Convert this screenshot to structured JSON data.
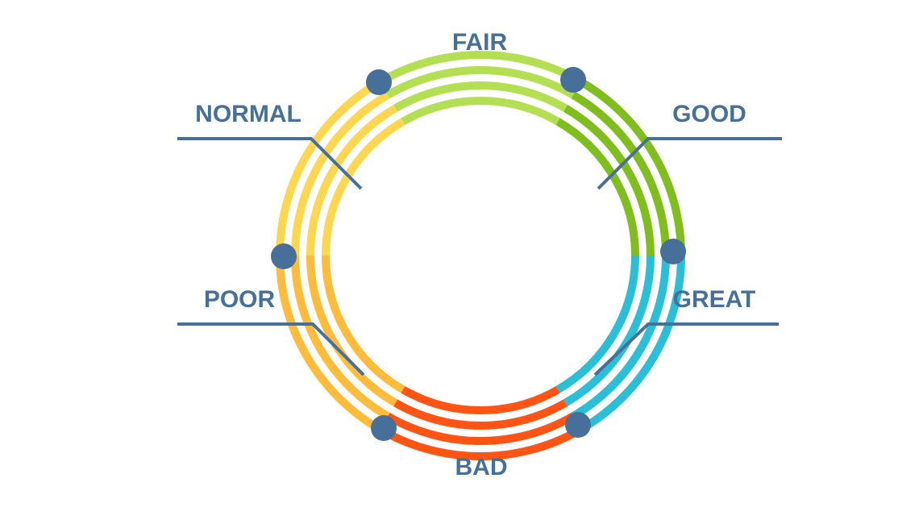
{
  "diagram": {
    "colors": {
      "line": "#46709a",
      "dot": "#46709a"
    },
    "segments": [
      {
        "key": "fair",
        "label": "FAIR",
        "color": "#b5df52",
        "icon": "arc-segment"
      },
      {
        "key": "good",
        "label": "GOOD",
        "color": "#7fbe1d",
        "icon": "arc-segment"
      },
      {
        "key": "great",
        "label": "GREAT",
        "color": "#29bfd8",
        "icon": "arc-segment"
      },
      {
        "key": "bad",
        "label": "BAD",
        "color": "#ff5414",
        "icon": "arc-segment"
      },
      {
        "key": "poor",
        "label": "POOR",
        "color": "#ffbb3a",
        "icon": "arc-segment"
      },
      {
        "key": "normal",
        "label": "NORMAL",
        "color": "#ffd74e",
        "icon": "arc-segment"
      }
    ],
    "markers": [
      "boundary-dot",
      "boundary-dot",
      "boundary-dot",
      "boundary-dot",
      "boundary-dot",
      "boundary-dot"
    ]
  }
}
